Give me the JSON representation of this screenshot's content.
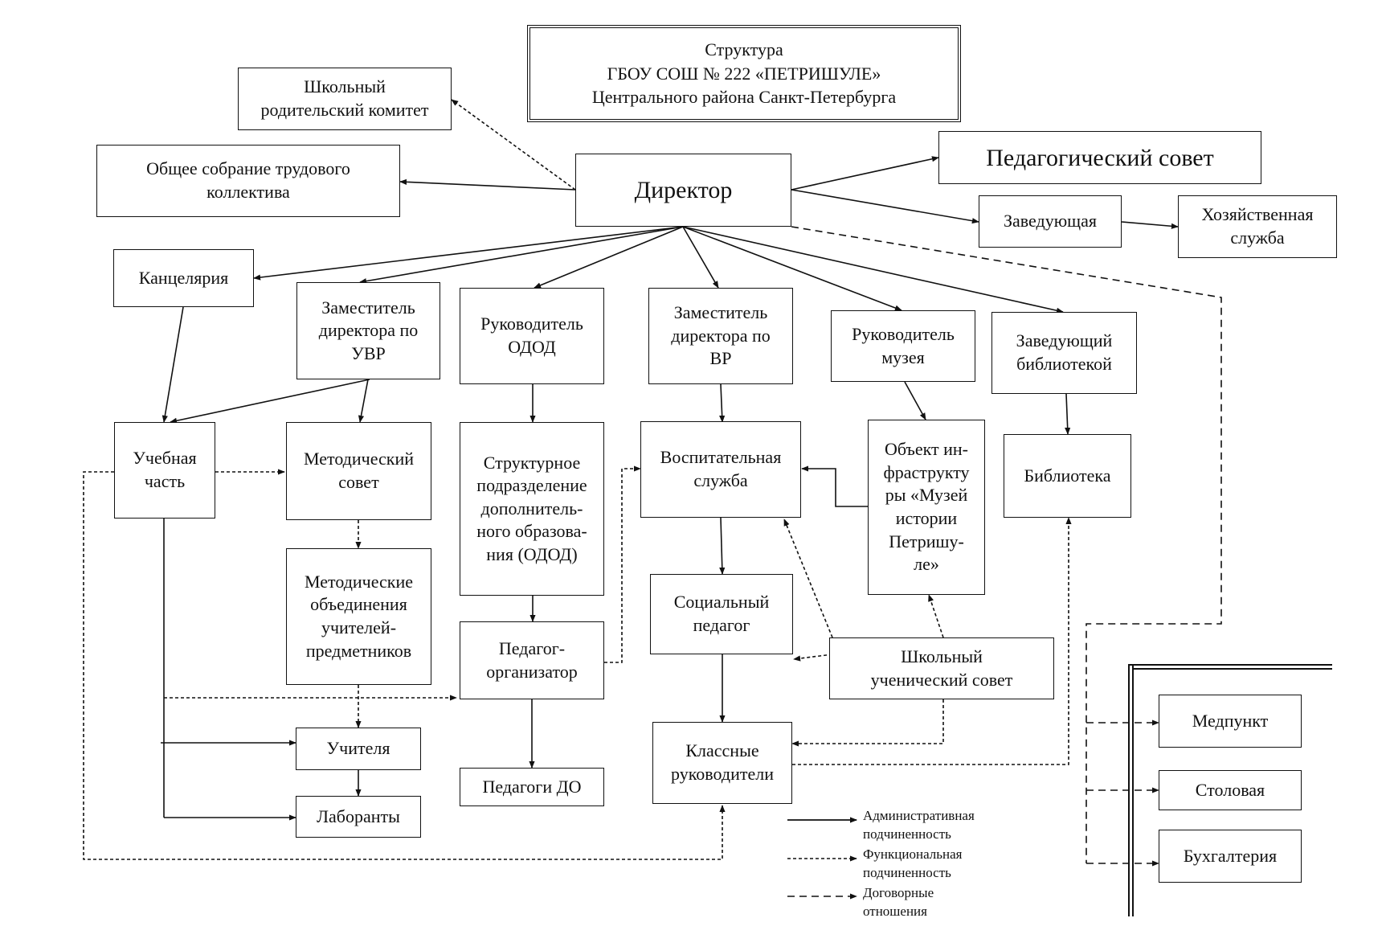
{
  "diagram": {
    "title": "Структура\nГБОУ СОШ № 222 «ПЕТРИШУЛЕ»\nЦентрального района Санкт-Петербурга",
    "nodes": {
      "parents": "Школьный\nродительский комитет",
      "assembly": "Общее собрание трудового\nколлектива",
      "director": "Директор",
      "pedsovet": "Педагогический совет",
      "head": "Заведующая",
      "household": "Хозяйственная\nслужба",
      "office": "Канцелярия",
      "dep_uvr": "Заместитель\nдиректора по\nУВР",
      "head_odod": "Руководитель\nОДОД",
      "dep_vr": "Заместитель\nдиректора по\nВР",
      "head_museum": "Руководитель\nмузея",
      "head_library": "Заведующий\nбиблиотекой",
      "study": "Учебная\nчасть",
      "method_council": "Методический\nсовет",
      "odod_unit": "Структурное\nподразделение\nдополнитель-\nного образова-\nния (ОДОД)",
      "edu_service": "Воспитательная\nслужба",
      "museum": "Объект ин-\nфраструкту\nры «Музей\nистории\nПетришу-\nле»",
      "library": "Библиотека",
      "method_unions": "Методические\nобъединения\nучителей-\nпредметников",
      "organizer": "Педагог-\nорганизатор",
      "social": "Социальный\nпедагог",
      "student_council": "Школьный\nученический совет",
      "teachers": "Учителя",
      "lab": "Лаборанты",
      "ped_do": "Педагоги ДО",
      "class_heads": "Классные\nруководители",
      "medpunkt": "Медпункт",
      "canteen": "Столовая",
      "accounting": "Бухгалтерия"
    },
    "legend": {
      "administrative": "Административная\nподчиненность",
      "functional": "Функциональная\nподчиненность",
      "contractual": "Договорные\nотношения"
    },
    "colors": {
      "line": "#111111",
      "background": "#ffffff"
    }
  }
}
